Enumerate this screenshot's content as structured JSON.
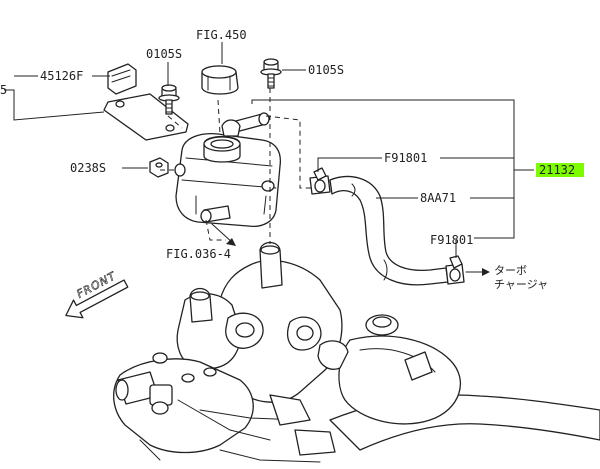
{
  "labels": {
    "fig450": "FIG.450",
    "screw_0105s_a": "0105S",
    "screw_0105s_b": "0105S",
    "bracket": "45126F",
    "bracket_prefix": "5",
    "nut_0238s": "0238S",
    "clamp_f91801_top": "F91801",
    "clamp_f91801_bottom": "F91801",
    "hose_8aa71": "8AA71",
    "fig036": "FIG.036-4",
    "assembly_21132": "21132",
    "turbo_line1": "ターボ",
    "turbo_line2": "チャージャ",
    "front": "FRONT"
  },
  "colors": {
    "highlight": "#7dfc00",
    "line": "#222222"
  }
}
